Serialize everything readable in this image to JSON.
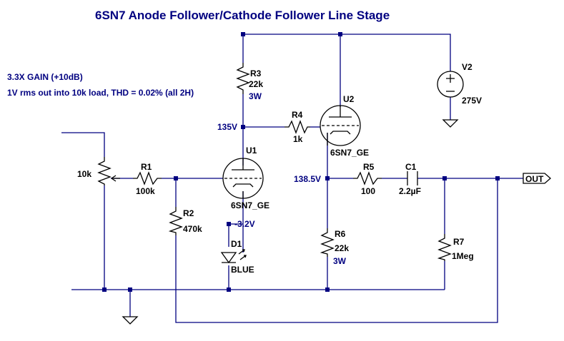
{
  "title": "6SN7 Anode Follower/Cathode Follower Line Stage",
  "notes": [
    "3.3X GAIN (+10dB)",
    "1V rms out into 10k load, THD = 0.02% (all 2H)"
  ],
  "components": {
    "pot": {
      "value": "10k"
    },
    "r1": {
      "name": "R1",
      "value": "100k"
    },
    "r2": {
      "name": "R2",
      "value": "470k"
    },
    "r3": {
      "name": "R3",
      "value": "22k",
      "power": "3W"
    },
    "r4": {
      "name": "R4",
      "value": "1k"
    },
    "r5": {
      "name": "R5",
      "value": "100"
    },
    "r6": {
      "name": "R6",
      "value": "22k",
      "power": "3W"
    },
    "r7": {
      "name": "R7",
      "value": "1Meg"
    },
    "c1": {
      "name": "C1",
      "value": "2.2µF"
    },
    "u1": {
      "name": "U1",
      "model": "6SN7_GE"
    },
    "u2": {
      "name": "U2",
      "model": "6SN7_GE"
    },
    "d1": {
      "name": "D1",
      "model": "BLUE"
    },
    "v2": {
      "name": "V2",
      "value": "275V"
    }
  },
  "nodes": {
    "anode": "135V",
    "cathode_follower": "138.5V",
    "led": "-3.2V"
  },
  "port": {
    "label": "OUT"
  },
  "colors": {
    "wire": "#000080",
    "component": "#000000",
    "label": "#000080"
  }
}
